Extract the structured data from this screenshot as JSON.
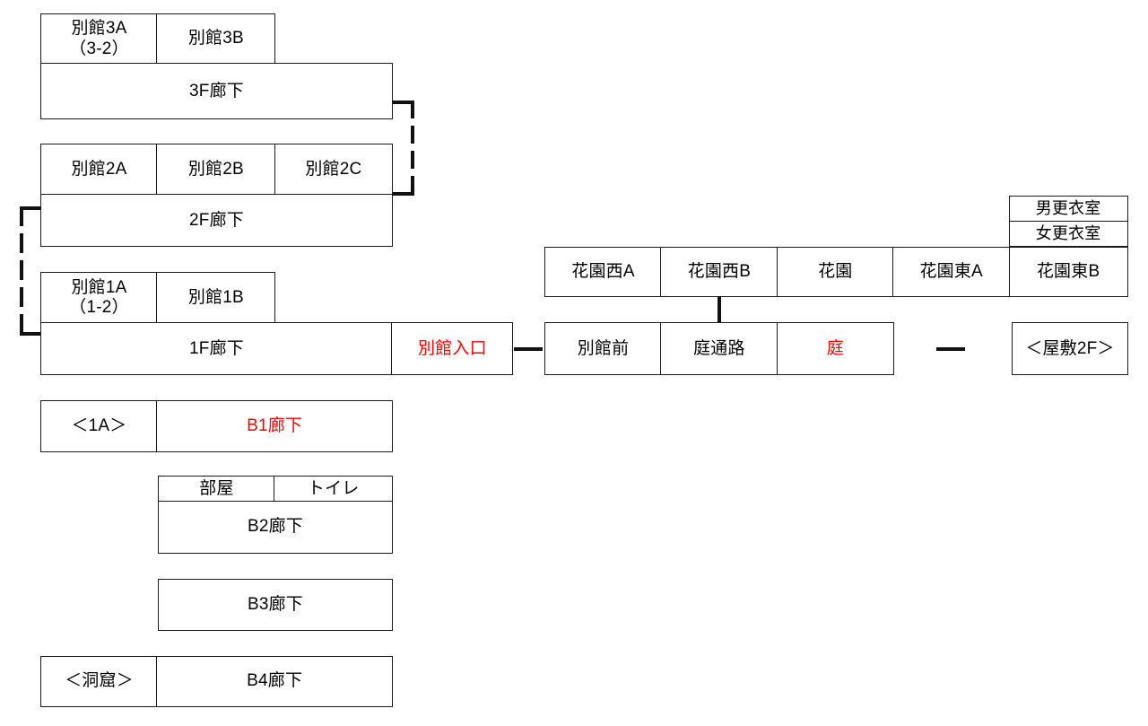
{
  "diagram": {
    "title": "Annex and garden floor connection map",
    "colors": {
      "border": "#1a1a1a",
      "text": "#000000",
      "highlight": "#ff0000",
      "connector": "#111111",
      "background": "#ffffff"
    },
    "floors": {
      "f3": {
        "rooms": [
          {
            "label": "別館3A\n（3-2）",
            "highlight": false
          },
          {
            "label": "別館3B",
            "highlight": false
          }
        ],
        "corridor": {
          "label": "3F廊下",
          "highlight": false
        }
      },
      "f2": {
        "rooms": [
          {
            "label": "別館2A",
            "highlight": false
          },
          {
            "label": "別館2B",
            "highlight": false
          },
          {
            "label": "別館2C",
            "highlight": false
          }
        ],
        "corridor": {
          "label": "2F廊下",
          "highlight": false
        }
      },
      "f1": {
        "rooms": [
          {
            "label": "別館1A\n（1-2）",
            "highlight": false
          },
          {
            "label": "別館1B",
            "highlight": false
          }
        ],
        "corridor": {
          "label": "1F廊下",
          "highlight": false
        }
      },
      "b1": {
        "rooms": [
          {
            "label": "＜1A＞",
            "highlight": false
          }
        ],
        "corridor": {
          "label": "B1廊下",
          "highlight": true
        }
      },
      "b2": {
        "rooms": [
          {
            "label": "部屋",
            "highlight": false
          },
          {
            "label": "トイレ",
            "highlight": false
          }
        ],
        "corridor": {
          "label": "B2廊下",
          "highlight": false
        }
      },
      "b3": {
        "rooms": [],
        "corridor": {
          "label": "B3廊下",
          "highlight": false
        }
      },
      "b4": {
        "rooms": [
          {
            "label": "＜洞窟＞",
            "highlight": false
          }
        ],
        "corridor": {
          "label": "B4廊下",
          "highlight": false
        }
      }
    },
    "entrance": {
      "label": "別館入口",
      "highlight": true
    },
    "garden_row": [
      {
        "label": "花園西A",
        "highlight": false
      },
      {
        "label": "花園西B",
        "highlight": false
      },
      {
        "label": "花園",
        "highlight": false
      },
      {
        "label": "花園東A",
        "highlight": false
      },
      {
        "label": "花園東B",
        "highlight": false
      }
    ],
    "changing_rooms": [
      {
        "label": "男更衣室",
        "highlight": false
      },
      {
        "label": "女更衣室",
        "highlight": false
      }
    ],
    "path_row": [
      {
        "label": "別館前",
        "highlight": false
      },
      {
        "label": "庭通路",
        "highlight": false
      },
      {
        "label": "庭",
        "highlight": true
      }
    ],
    "mansion": {
      "label": "＜屋敷2F＞",
      "highlight": false
    },
    "connectors": {
      "entrance_to_annexfront": "—",
      "garden_to_mansion": "—",
      "gardenwestb_to_niwatsuuro": "|",
      "bracket_3f_2f": "dashed-bracket-right",
      "bracket_2f_1f": "dashed-bracket-left"
    }
  }
}
